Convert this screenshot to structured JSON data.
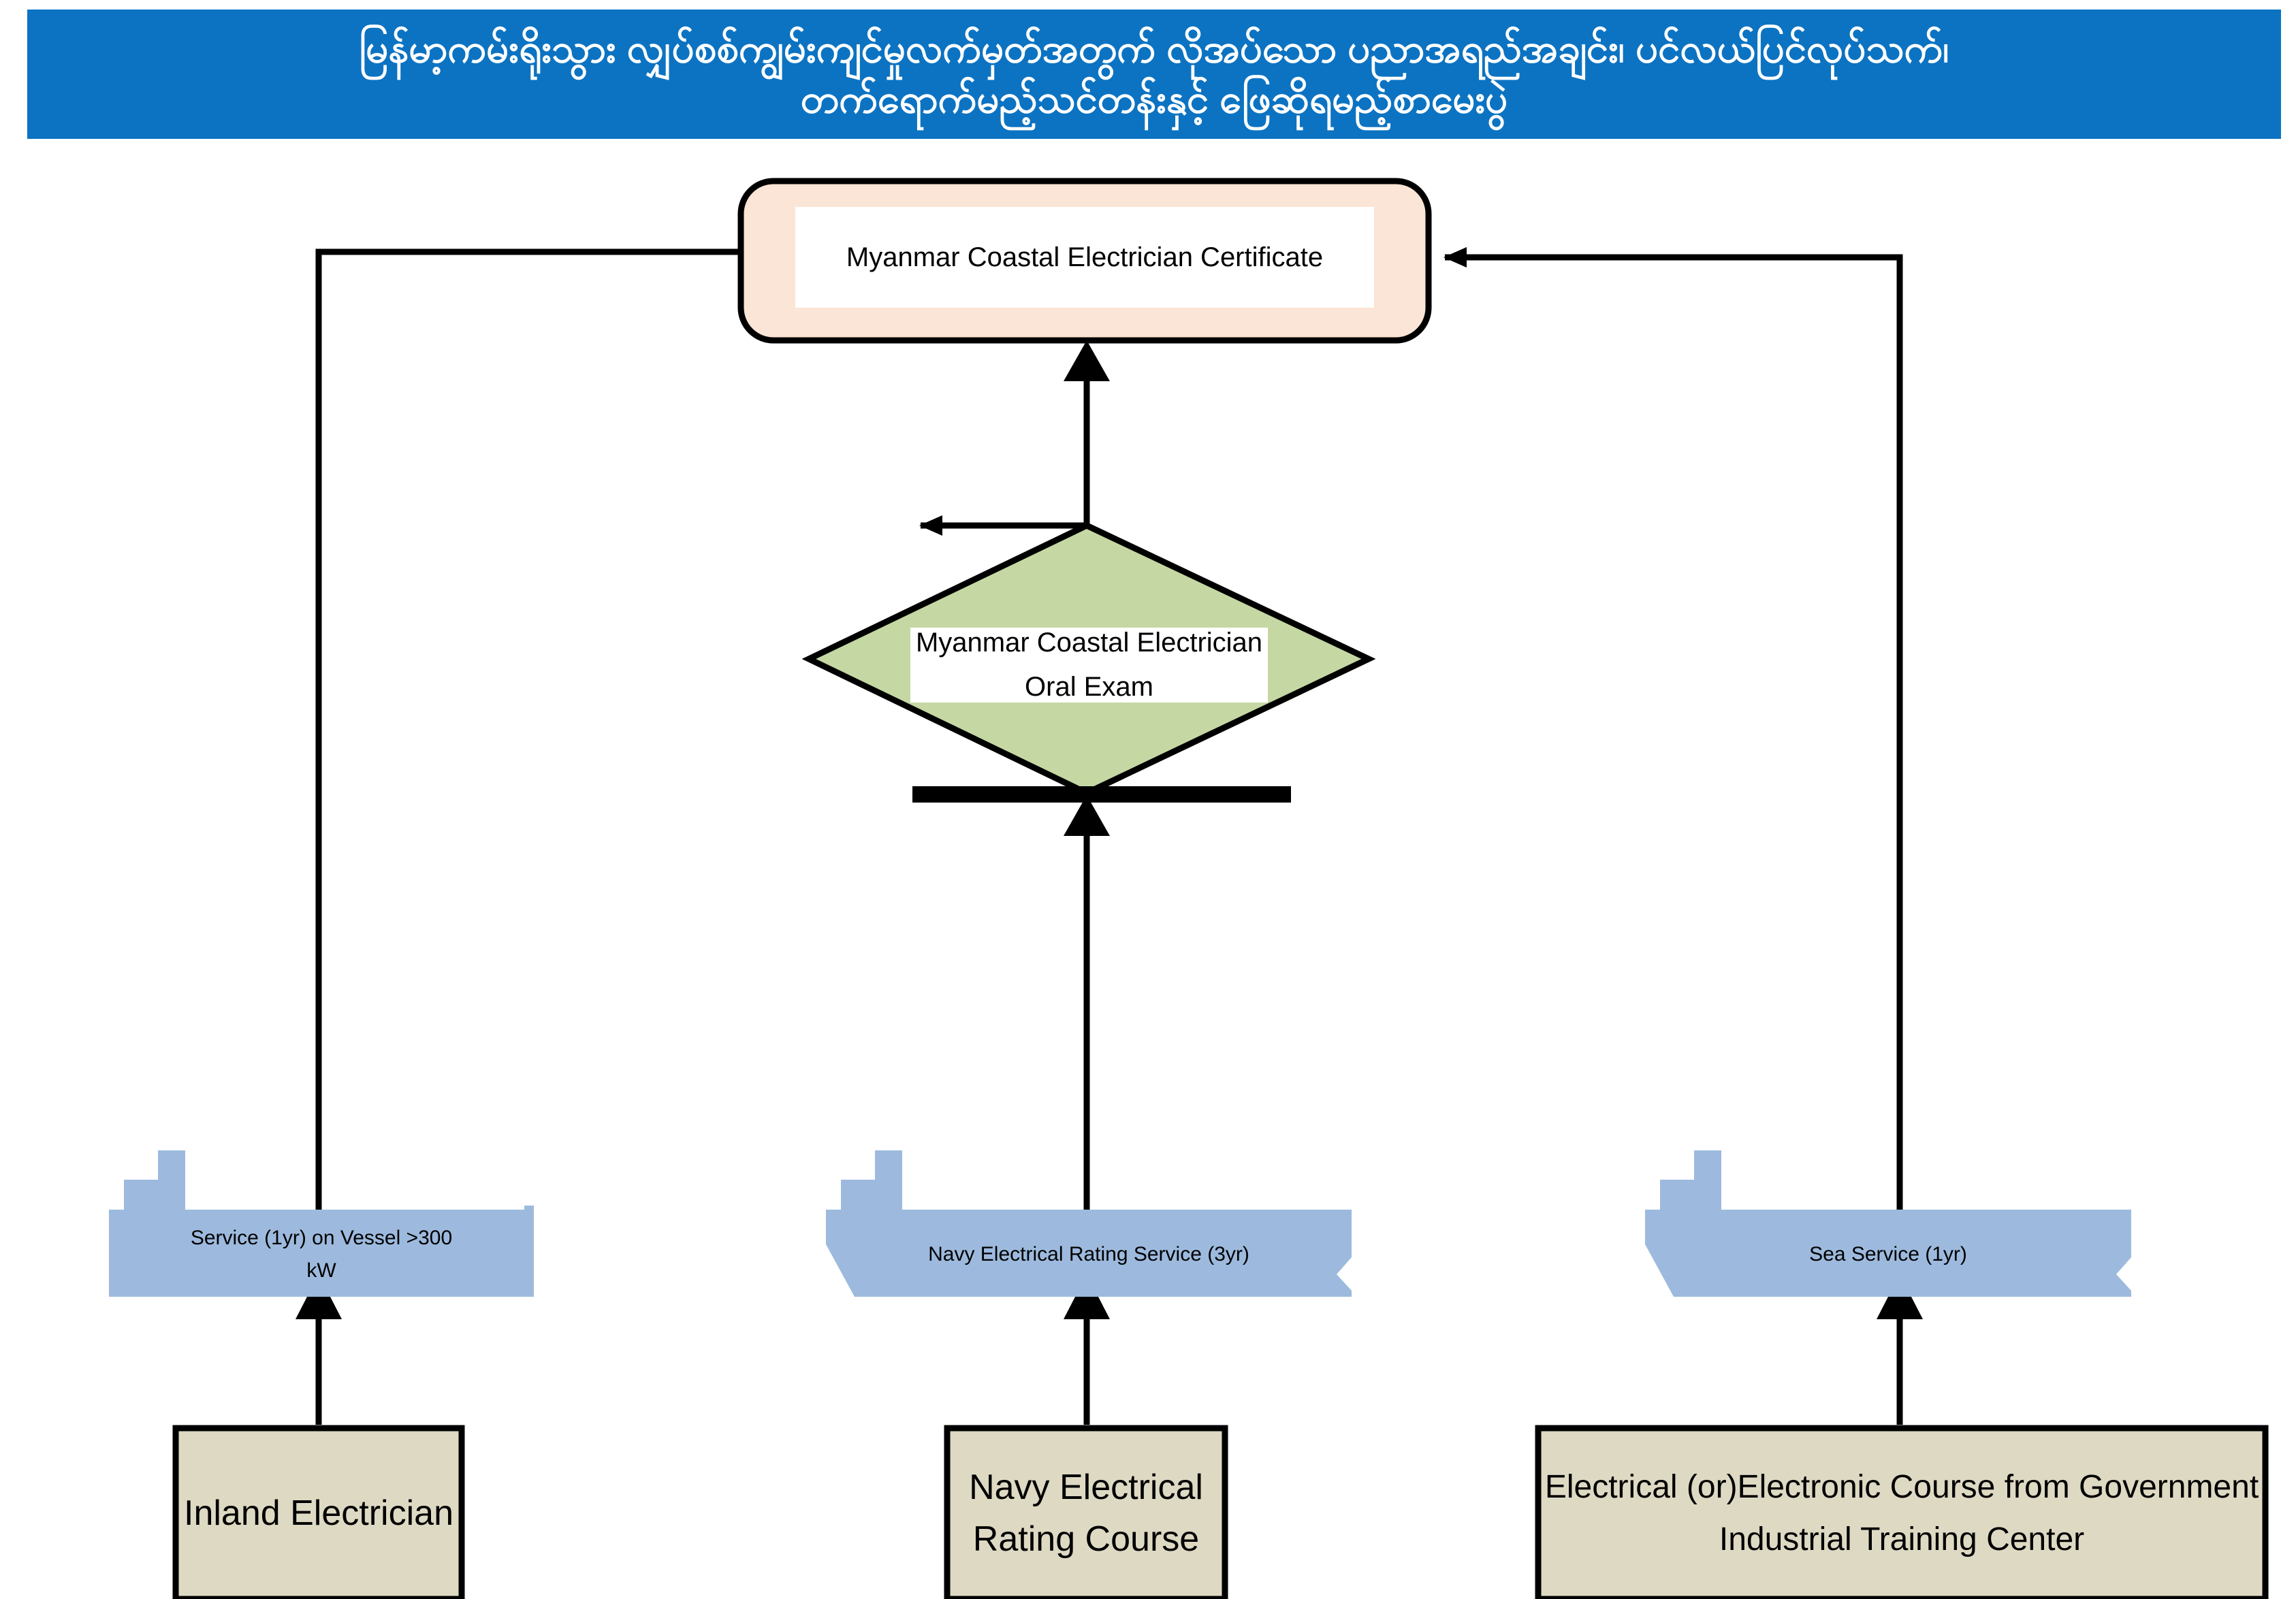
{
  "title": {
    "line1": "မြန်မာ့ကမ်းရိုးသွား လျှပ်စစ်ကျွမ်းကျင်မှုလက်မှတ်အတွက် လိုအပ်သော ပညာအရည်အချင်း၊ ပင်လယ်ပြင်လုပ်သက်၊",
    "line2": "တက်ရောက်မည့်သင်တန်းနှင့် ဖြေဆိုရမည့်စာမေးပွဲ",
    "background_color": "#0C73C2",
    "text_color": "#FFFFFF"
  },
  "diagram": {
    "type": "flowchart",
    "certificate": {
      "label": "Myanmar Coastal Electrician Certificate",
      "fill_color": "#FBE5D6",
      "inner_fill_color": "#FFFFFF",
      "border_color": "#000000"
    },
    "exam": {
      "label_line1": "Myanmar Coastal Electrician",
      "label_line2": "Oral Exam",
      "shape": "diamond",
      "fill_color": "#C5D8A4",
      "inner_fill_color": "#FFFFFF",
      "border_color": "#000000"
    },
    "service_bar": {
      "color": "#000000"
    },
    "ships": [
      {
        "label_line1": "Service (1yr) on Vessel >300",
        "label_line2": "kW",
        "fill_color": "#9DBADE"
      },
      {
        "label_line1": "Navy Electrical Rating Service (3yr)",
        "label_line2": "",
        "fill_color": "#9DBADE"
      },
      {
        "label_line1": "Sea Service (1yr)",
        "label_line2": "",
        "fill_color": "#9DBADE"
      }
    ],
    "courses": [
      {
        "label_line1": "Inland Electrician",
        "label_line2": "",
        "fill_color": "#DDD9C3",
        "border_color": "#000000"
      },
      {
        "label_line1": "Navy Electrical",
        "label_line2": "Rating Course",
        "fill_color": "#DDD9C3",
        "border_color": "#000000"
      },
      {
        "label_line1": "Electrical (or)Electronic Course from Government",
        "label_line2": "Industrial Training Center",
        "fill_color": "#DDD9C3",
        "border_color": "#000000"
      }
    ],
    "connectors": [
      {
        "from": "course-inland-electrician",
        "to": "ship-vessel-service",
        "direction": "up"
      },
      {
        "from": "course-navy-electrical-rating",
        "to": "ship-navy-service",
        "direction": "up"
      },
      {
        "from": "course-government-training",
        "to": "ship-sea-service",
        "direction": "up"
      },
      {
        "from": "ship-vessel-service",
        "to": "certificate",
        "direction": "up-left-right"
      },
      {
        "from": "ship-navy-service",
        "to": "exam-bar",
        "direction": "up"
      },
      {
        "from": "ship-sea-service",
        "to": "certificate",
        "direction": "up-right-left"
      },
      {
        "from": "exam",
        "to": "certificate",
        "direction": "up"
      }
    ]
  }
}
